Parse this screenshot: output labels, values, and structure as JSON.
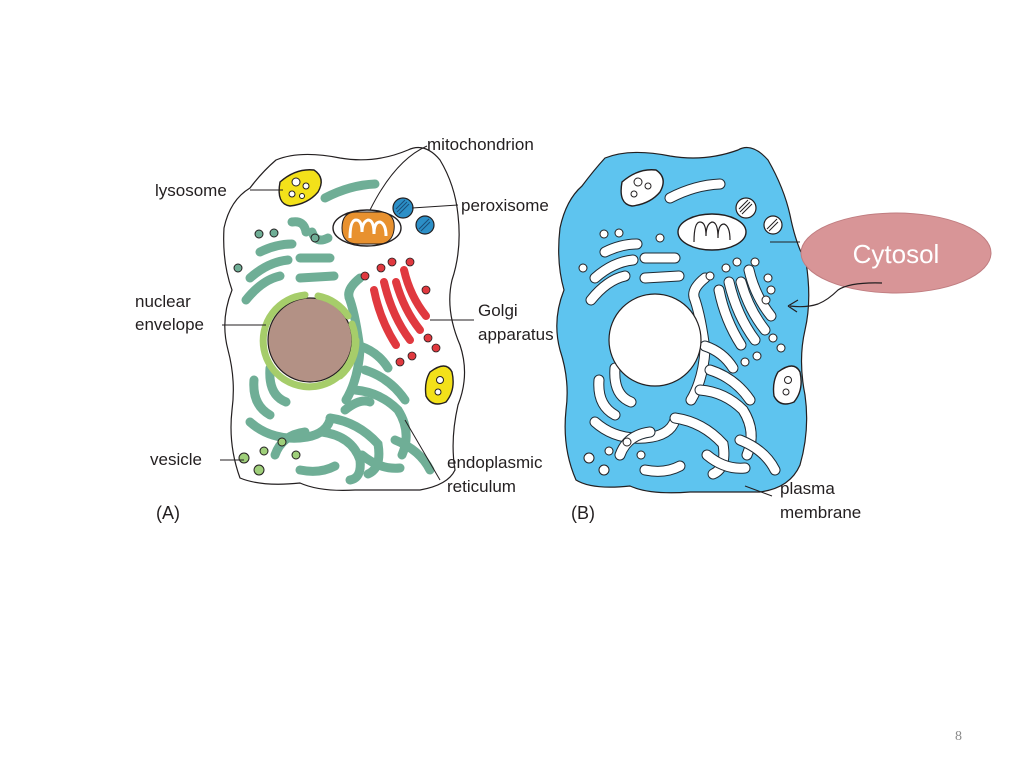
{
  "labels": {
    "mitochondrion": "mitochondrion",
    "lysosome": "lysosome",
    "peroxisome": "peroxisome",
    "nuclear_line1": "nuclear",
    "nuclear_line2": "envelope",
    "golgi_line1": "Golgi",
    "golgi_line2": "apparatus",
    "vesicle": "vesicle",
    "er_line1": "endoplasmic",
    "er_line2": "reticulum",
    "plasma_line1": "plasma",
    "plasma_line2": "membrane"
  },
  "panels": {
    "a": "(A)",
    "b": "(B)"
  },
  "callout": {
    "text": "Cytosol"
  },
  "page_number": "8",
  "colors": {
    "cytosol_blue": "#5ec4ef",
    "callout_fill": "#d89597",
    "er_green": "#6fae96",
    "nucleus_brown": "#b39185",
    "nuclear_envelope": "#a6cd6a",
    "golgi_red": "#e0393f",
    "lysosome_yellow": "#f3e11a",
    "mitochondrion_orange": "#e8912f",
    "peroxisome_blue": "#2c8fc7"
  }
}
